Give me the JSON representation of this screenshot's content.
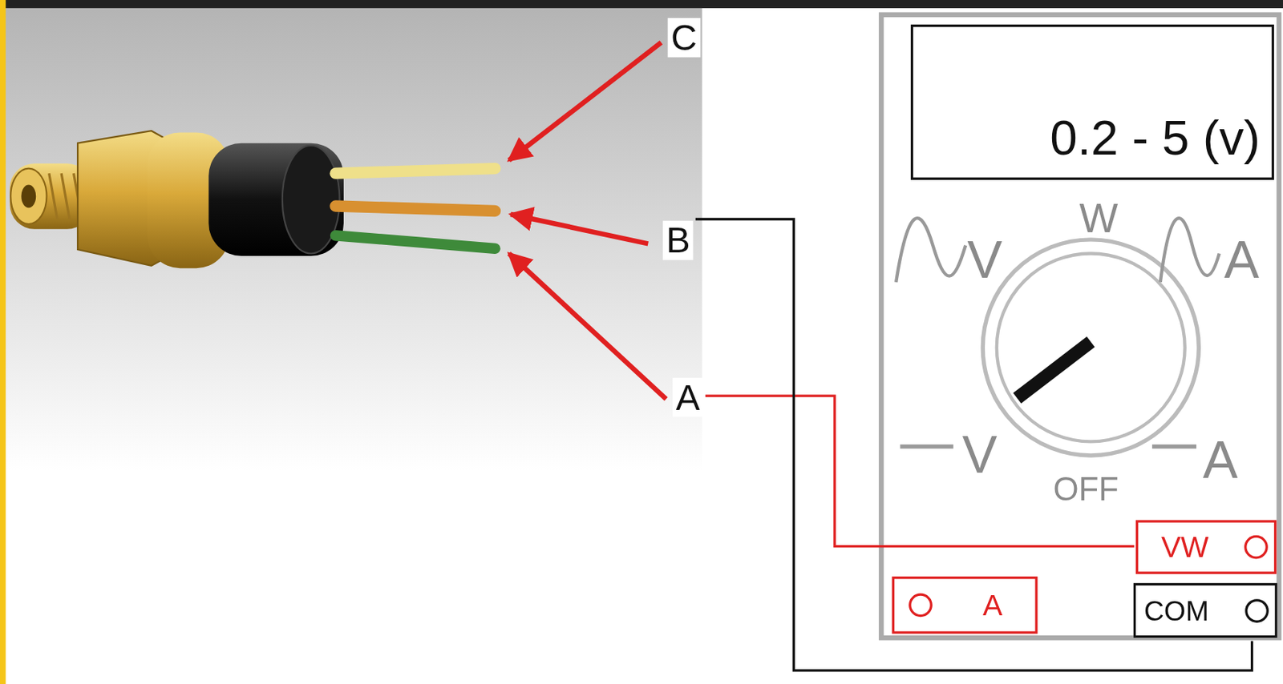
{
  "diagram": {
    "nodes": [
      {
        "text": [
          "0.2 - 5 (v)"
        ]
      },
      {
        "text": [
          "VW"
        ]
      },
      {
        "text": [
          "A"
        ]
      },
      {
        "text": [
          "COM"
        ]
      }
    ],
    "labels": [
      "C",
      "B",
      "A",
      "V",
      "W",
      "A",
      "V",
      "A",
      "OFF"
    ]
  }
}
